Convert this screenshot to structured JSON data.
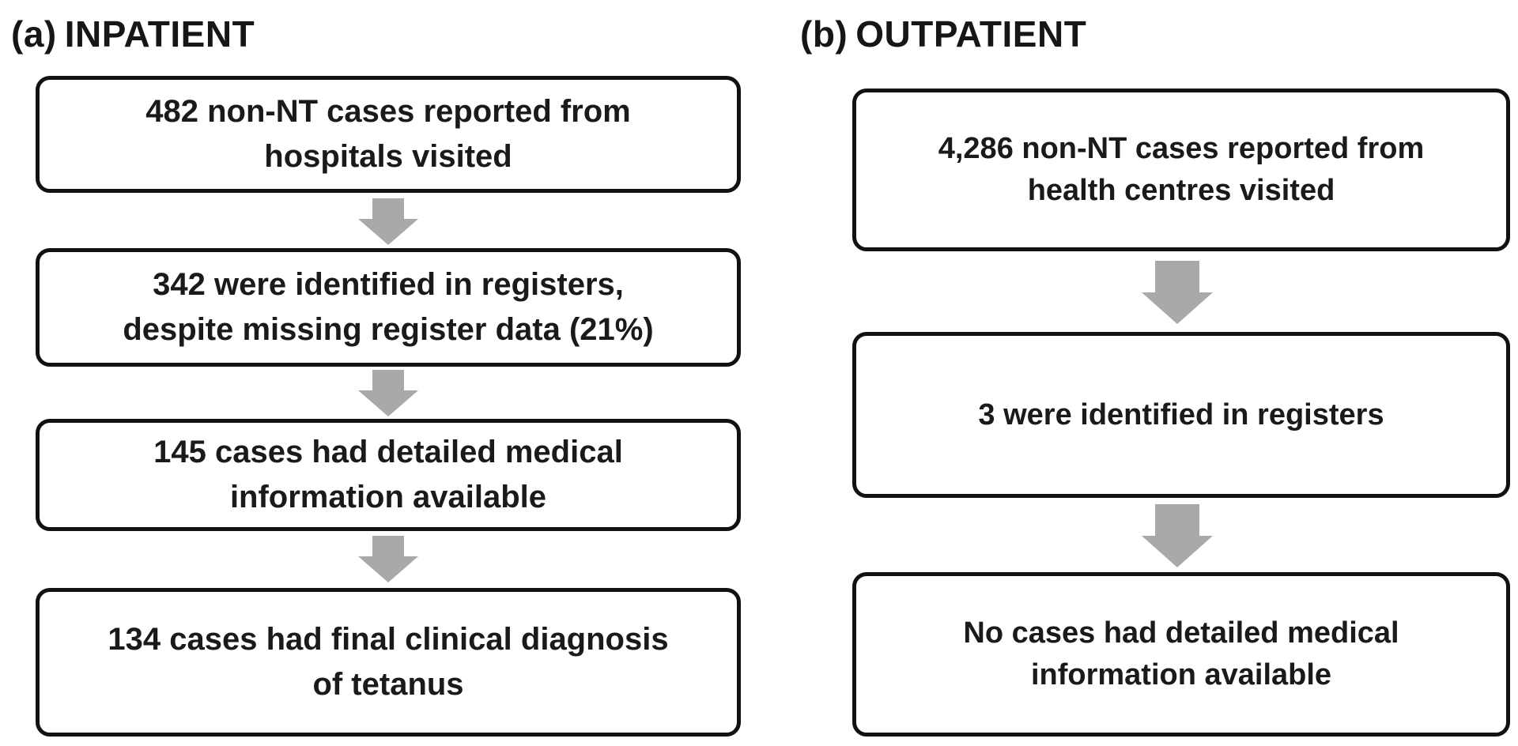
{
  "figure": {
    "type": "flowchart",
    "colors": {
      "background": "#ffffff",
      "box_border": "#111111",
      "box_fill": "#ffffff",
      "text": "#1a1a1a",
      "arrow": "#a9a9a9"
    },
    "panels": {
      "a": {
        "label": "(a)",
        "title": "INPATIENT",
        "boxes": {
          "box1": {
            "lines": [
              "482 non-NT cases reported from",
              "hospitals visited"
            ]
          },
          "box2": {
            "lines": [
              "342 were identified in registers,",
              "despite missing register data (21%)"
            ]
          },
          "box3": {
            "lines": [
              "145 cases had detailed medical",
              "information available"
            ]
          },
          "box4": {
            "lines": [
              "134 cases had final clinical diagnosis",
              "of tetanus"
            ]
          }
        }
      },
      "b": {
        "label": "(b)",
        "title": "OUTPATIENT",
        "boxes": {
          "box1": {
            "lines": [
              "4,286 non-NT cases reported from",
              "health centres visited"
            ]
          },
          "box2": {
            "lines": [
              "3 were identified in registers"
            ]
          },
          "box3": {
            "lines": [
              "No cases had detailed medical",
              "information available"
            ]
          }
        }
      }
    }
  }
}
